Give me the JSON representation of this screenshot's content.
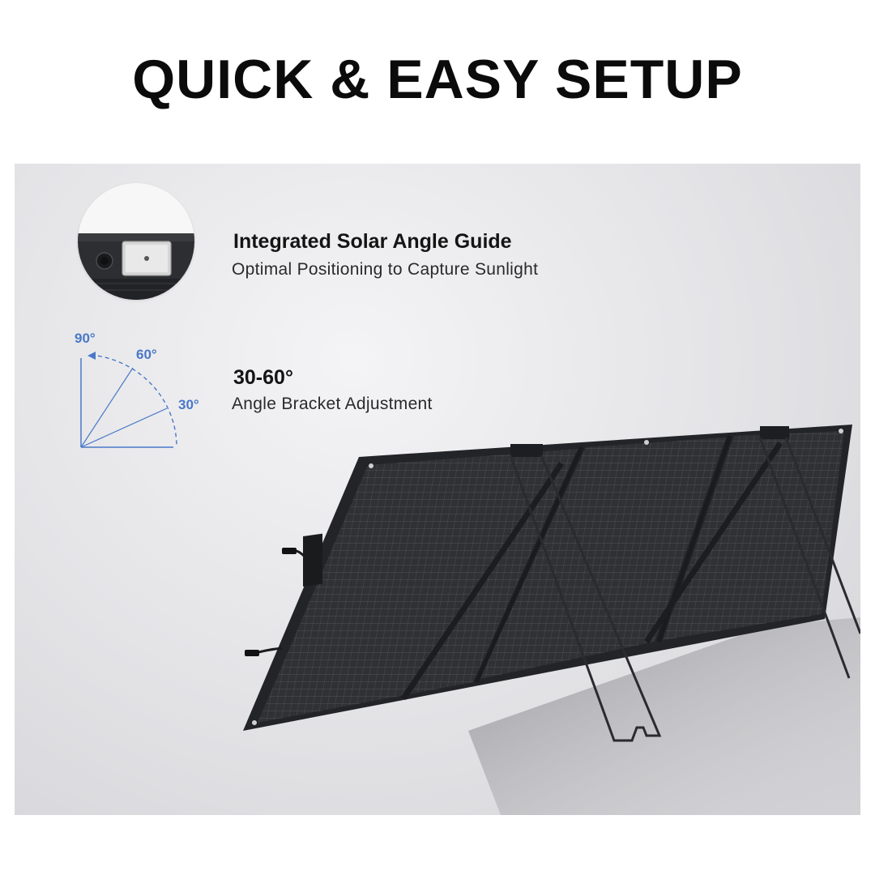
{
  "headline": "QUICK & EASY SETUP",
  "features": [
    {
      "title": "Integrated Solar Angle Guide",
      "subtitle": "Optimal Positioning to Capture Sunlight"
    },
    {
      "title": "30-60°",
      "subtitle": "Angle Bracket Adjustment"
    }
  ],
  "angle_diagram": {
    "labels": [
      "90°",
      "60°",
      "30°"
    ],
    "accent_color": "#4a78c7"
  },
  "colors": {
    "headline": "#0b0b0b",
    "panel_bg": "#e3e3e6",
    "solar_panel": "#2b2c2f"
  }
}
